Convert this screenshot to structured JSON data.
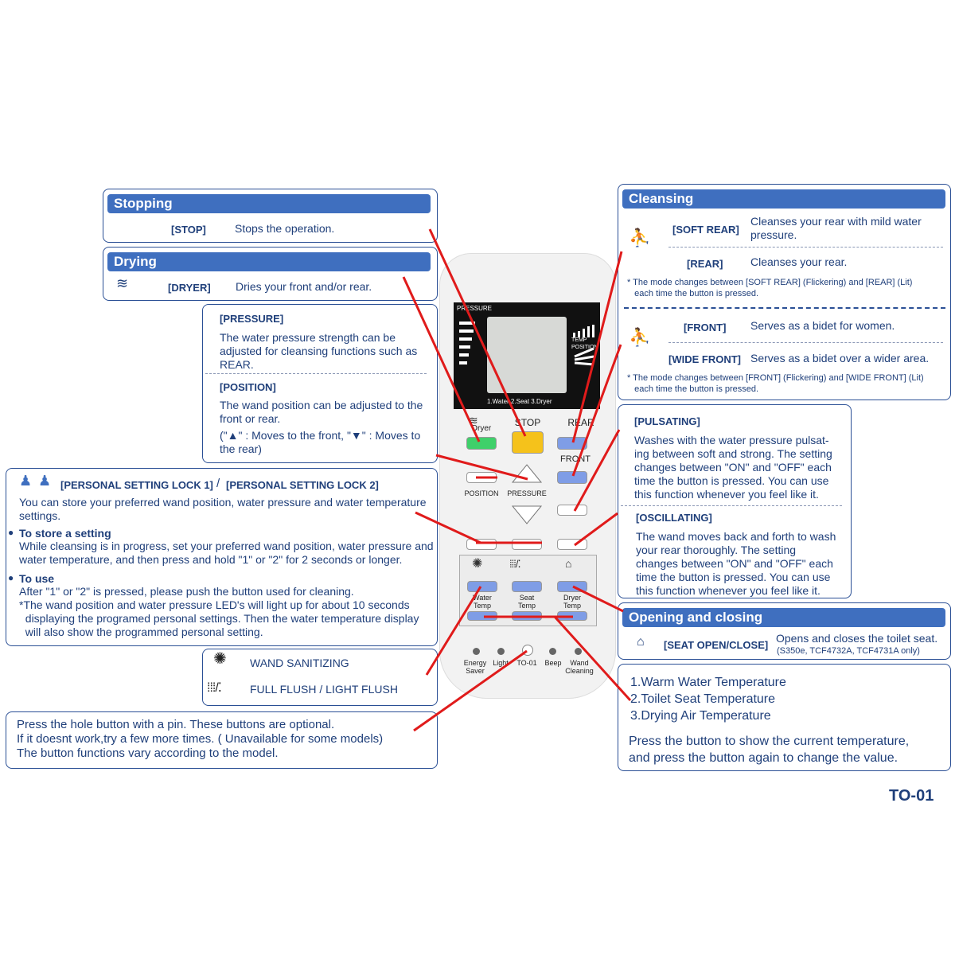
{
  "stopping": {
    "header": "Stopping",
    "key": "[STOP]",
    "desc": "Stops the operation."
  },
  "drying": {
    "header": "Drying",
    "key": "[DRYER]",
    "desc": "Dries your front and/or rear."
  },
  "pressure": {
    "title": "[PRESSURE]",
    "desc_lines": [
      "The water pressure strength can be",
      "adjusted for cleansing functions such as",
      "REAR."
    ],
    "pos_title": "[POSITION]",
    "pos_lines": [
      "The wand position can be adjusted to the",
      "front or rear.",
      "(\"▲\" : Moves to the front, \"▼\" : Moves to",
      "the rear)"
    ]
  },
  "personal": {
    "title1": "[PERSONAL SETTING LOCK 1]",
    "sep": "/",
    "title2": "[PERSONAL SETTING LOCK 2]",
    "intro": [
      "You can store your preferred wand position, water pressure and water temperature",
      "settings."
    ],
    "store_title": "To store a setting",
    "store_lines": [
      "While cleansing is in progress, set your preferred wand position, water pressure and",
      "water temperature, and then press and hold \"1\" or \"2\" for 2 seconds or longer."
    ],
    "use_title": "To use",
    "use_lines": [
      "After \"1\" or \"2\" is pressed, please push the button used for cleaning.",
      "*The wand position and water pressure LED's will light up for about 10 seconds",
      "  displaying the programed personal settings. Then the water temperature display",
      "  will also show the programmed personal setting."
    ]
  },
  "wand": {
    "sanitizing": "WAND SANITIZING",
    "flush": "FULL FLUSH / LIGHT FLUSH"
  },
  "hole": {
    "lines": [
      "Press the hole button with a pin. These buttons are optional.",
      "If it doesnt work,try a few more times. ( Unavailable for some models)",
      "The button functions vary according to the model."
    ]
  },
  "cleansing": {
    "header": "Cleansing",
    "soft_rear_key": "[SOFT REAR]",
    "soft_rear_desc": [
      "Cleanses your rear with mild water",
      "pressure."
    ],
    "rear_key": "[REAR]",
    "rear_desc": "Cleanses your rear.",
    "note1": [
      "* The mode changes between [SOFT REAR] (Flickering) and [REAR] (Lit)",
      "   each time the button is pressed."
    ],
    "front_key": "[FRONT]",
    "front_desc": "Serves as a bidet for women.",
    "wide_key": "[WIDE FRONT]",
    "wide_desc": "Serves as a bidet over a wider area.",
    "note2": [
      "* The mode changes between [FRONT] (Flickering) and [WIDE FRONT] (Lit)",
      "   each time the button is pressed."
    ]
  },
  "pulsating": {
    "title": "[PULSATING]",
    "lines": [
      "Washes with the water pressure pulsat-",
      "ing between soft and strong. The setting",
      "changes between \"ON\" and \"OFF\" each",
      "time the button is pressed. You can use",
      "this function whenever you feel like it."
    ],
    "osc_title": "[OSCILLATING]",
    "osc_lines": [
      "The wand moves back and forth to wash",
      "your rear thoroughly. The setting",
      "changes between \"ON\" and \"OFF\" each",
      "time the button is pressed. You can use",
      "this function whenever you feel like it."
    ]
  },
  "opening": {
    "header": "Opening and closing",
    "key": "[SEAT OPEN/CLOSE]",
    "desc": "Opens and closes the toilet seat.",
    "models": "(S350e, TCF4732A, TCF4731A only)"
  },
  "temperature": {
    "lines": [
      "1.Warm Water Temperature",
      "2.Toilet Seat Temperature",
      "3.Drying Air Temperature"
    ],
    "press": [
      "Press the button to show the current temperature,",
      "and press the button again to change the value."
    ]
  },
  "model": "TO-01",
  "remote": {
    "pressure": "PRESSURE",
    "temp": "TEMP",
    "position_lcd": "POSITION",
    "lcd_modes": "1.Water  2.Seat  3.Dryer",
    "dryer": "Dryer",
    "stop": "STOP",
    "rear": "REAR",
    "front": "FRONT",
    "position": "POSITION",
    "pressure_btn": "PRESSURE",
    "water_temp": "Water\nTemp",
    "seat_temp": "Seat\nTemp",
    "dryer_temp": "Dryer\nTemp",
    "energy_saver": "Energy\nSaver",
    "light": "Light",
    "to01": "TO-01",
    "beep": "Beep",
    "wand_cleaning": "Wand\nCleaning"
  },
  "colors": {
    "accent": "#3f6fbf",
    "text": "#1f3f7a",
    "line": "#e01b1b",
    "dryer_btn": "#3fd06a",
    "stop_btn": "#f5c21b",
    "blue_btn": "#7f9de6"
  }
}
